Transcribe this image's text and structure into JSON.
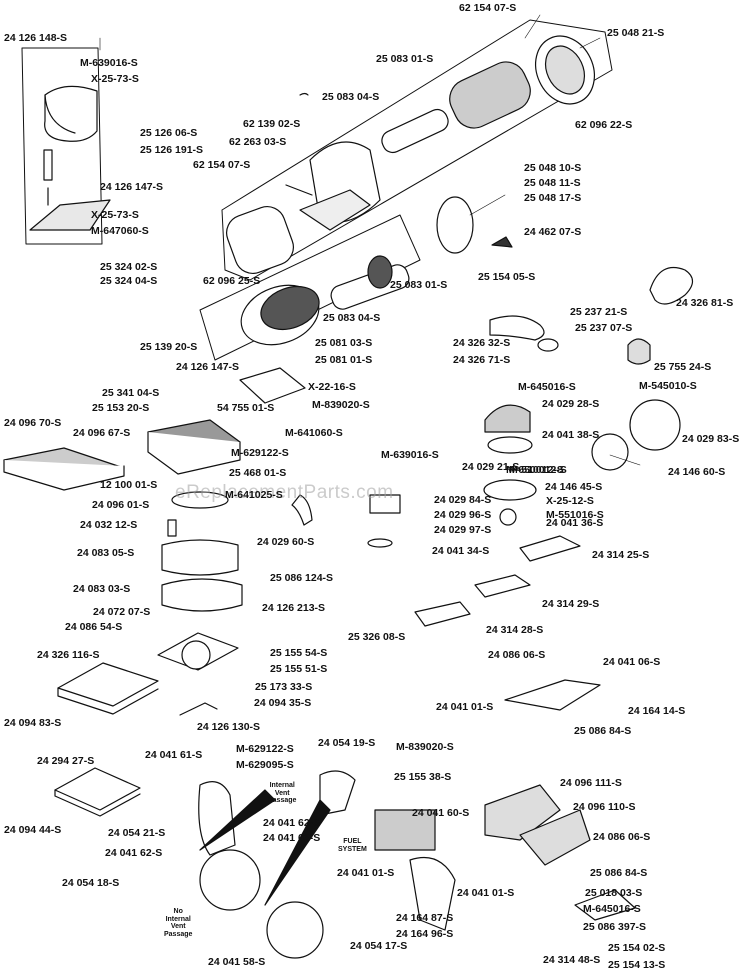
{
  "watermark": "eReplacementParts.com",
  "notes": {
    "internal_vent_passage": "Internal\nVent\nPassage",
    "no_internal_vent_passage": "No\nInternal\nVent\nPassage",
    "fuel_system": "FUEL\nSYSTEM"
  },
  "labels": [
    "62 154 07-S",
    "24 126 148-S",
    "25 048 21-S",
    "M-639016-S",
    "X-25-73-S",
    "25 083 01-S",
    "25 083 04-S",
    "25 126 06-S",
    "25 126 191-S",
    "62 139 02-S",
    "62 263 03-S",
    "62 096 22-S",
    "62 154 07-S",
    "25 048 10-S",
    "24 126 147-S",
    "25 048 11-S",
    "25 048 17-S",
    "X-25-73-S",
    "M-647060-S",
    "24 462 07-S",
    "25 324 02-S",
    "25 324 04-S",
    "62 096 25-S",
    "25 083 01-S",
    "25 154 05-S",
    "24 326 81-S",
    "25 083 04-S",
    "25 237 21-S",
    "25 237 07-S",
    "25 081 03-S",
    "24 326 32-S",
    "25 139 20-S",
    "25 081 01-S",
    "24 326 71-S",
    "24 126 147-S",
    "25 755 24-S",
    "X-22-16-S",
    "M-645016-S",
    "25 341 04-S",
    "M-839020-S",
    "M-545010-S",
    "25 153 20-S",
    "54 755 01-S",
    "24 029 28-S",
    "24 096 70-S",
    "24 096 67-S",
    "M-641060-S",
    "24 041 38-S",
    "24 029 83-S",
    "M-629122-S",
    "M-639016-S",
    "25 468 01-S",
    "24 029 21-S",
    "12 100 01-S",
    "M-510012-S",
    "M-641025-S",
    "M-650012-S",
    "24 146 60-S",
    "24 029 84-S",
    "24 146 45-S",
    "24 096 01-S",
    "24 029 96-S",
    "X-25-12-S",
    "24 029 97-S",
    "M-551016-S",
    "24 032 12-S",
    "24 029 60-S",
    "24 041 36-S",
    "24 041 34-S",
    "24 083 05-S",
    "24 314 25-S",
    "25 086 124-S",
    "24 083 03-S",
    "24 314 29-S",
    "24 126 213-S",
    "24 072 07-S",
    "24 086 54-S",
    "25 326 08-S",
    "24 314 28-S",
    "24 326 116-S",
    "25 155 54-S",
    "25 155 51-S",
    "24 086 06-S",
    "24 041 06-S",
    "25 173 33-S",
    "24 094 35-S",
    "24 094 83-S",
    "24 041 01-S",
    "24 164 14-S",
    "24 126 130-S",
    "25 086 84-S",
    "24 054 19-S",
    "M-629122-S",
    "M-839020-S",
    "24 294 27-S",
    "24 041 61-S",
    "M-629095-S",
    "25 155 38-S",
    "24 096 111-S",
    "24 094 44-S",
    "24 041 60-S",
    "24 096 110-S",
    "24 054 21-S",
    "24 041 62-S",
    "24 041 62-S",
    "24 041 63-S",
    "24 086 06-S",
    "24 054 18-S",
    "24 041 01-S",
    "25 086 84-S",
    "25 018 03-S",
    "24 041 01-S",
    "M-645016-S",
    "24 164 87-S",
    "25 086 397-S",
    "24 164 96-S",
    "24 054 17-S",
    "24 041 58-S",
    "25 154 02-S",
    "24 314 48-S",
    "25 154 13-S"
  ]
}
